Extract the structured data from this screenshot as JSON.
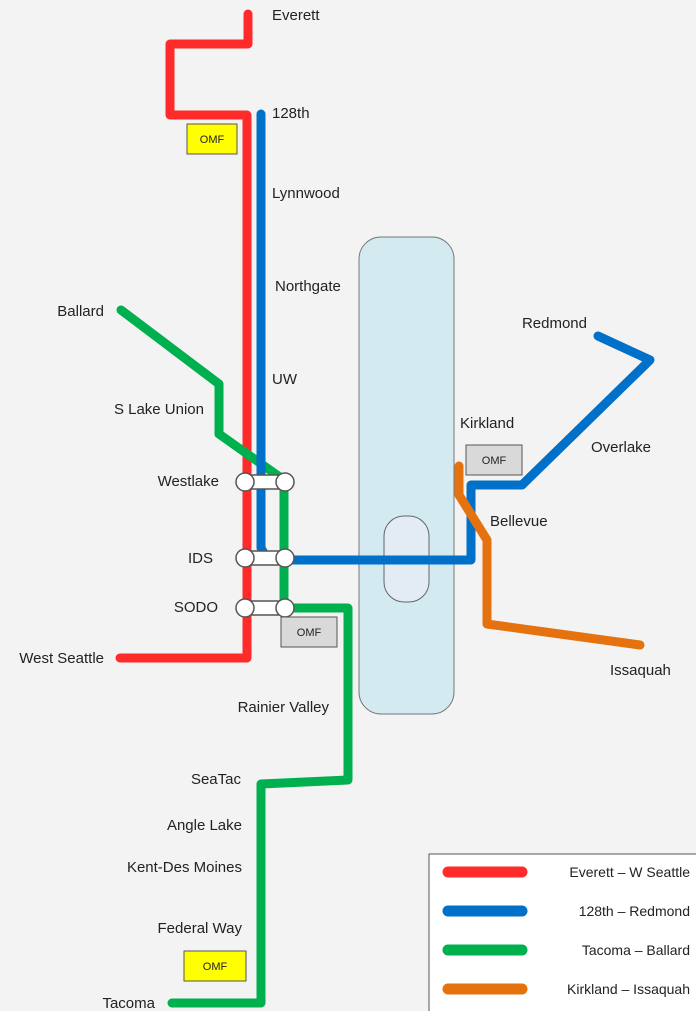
{
  "colors": {
    "red": "#ff2a2a",
    "blue": "#0070c8",
    "green": "#00b04f",
    "orange": "#e6720f",
    "lake_fill": "#d3eaf0",
    "omf_yellow": "#ffff00",
    "omf_gray": "#d9d9d9"
  },
  "stations": {
    "everett": "Everett",
    "n128th": "128th",
    "lynnwood": "Lynnwood",
    "northgate": "Northgate",
    "ballard": "Ballard",
    "uw": "UW",
    "s_lake_union": "S Lake Union",
    "westlake": "Westlake",
    "ids": "IDS",
    "sodo": "SODO",
    "west_seattle": "West Seattle",
    "rainier_valley": "Rainier Valley",
    "seatac": "SeaTac",
    "angle_lake": "Angle Lake",
    "kent_des_moines": "Kent-Des Moines",
    "federal_way": "Federal Way",
    "tacoma": "Tacoma",
    "redmond": "Redmond",
    "kirkland": "Kirkland",
    "overlake": "Overlake",
    "bellevue": "Bellevue",
    "issaquah": "Issaquah"
  },
  "omf_label": "OMF",
  "legend": {
    "items": [
      {
        "label": "Everett – W Seattle",
        "color": "#ff2a2a"
      },
      {
        "label": "128th – Redmond",
        "color": "#0070c8"
      },
      {
        "label": "Tacoma – Ballard",
        "color": "#00b04f"
      },
      {
        "label": "Kirkland – Issaquah",
        "color": "#e6720f"
      }
    ]
  }
}
